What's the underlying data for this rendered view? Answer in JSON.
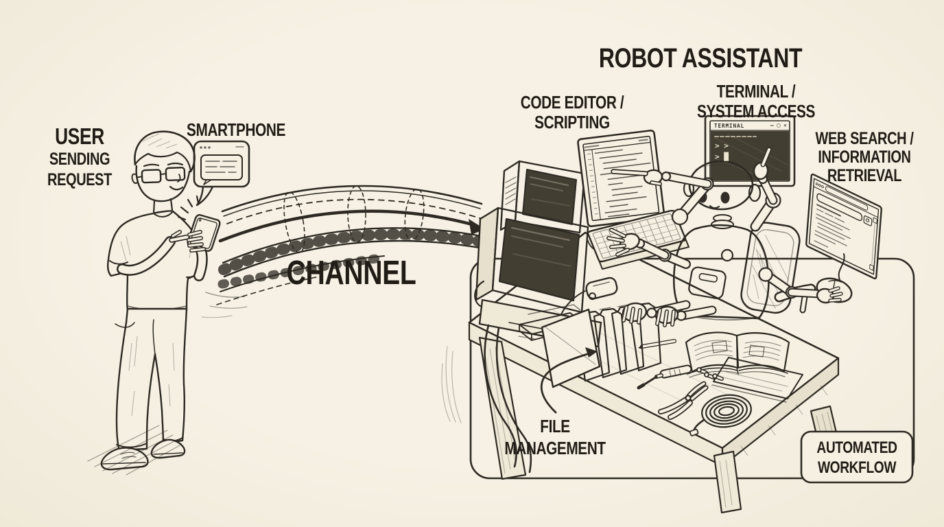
{
  "scene": {
    "background": "#f4efe2",
    "ink": "#2e2a23"
  },
  "labels": {
    "user": {
      "line1": "USER",
      "line2": "SENDING",
      "line3": "REQUEST"
    },
    "smartphone": "SMARTPHONE",
    "channel": "CHANNEL",
    "robot_assistant": "ROBOT ASSISTANT",
    "code_editor": {
      "line1": "CODE EDITOR /",
      "line2": "SCRIPTING"
    },
    "terminal": {
      "line1": "TERMINAL /",
      "line2": "SYSTEM ACCESS"
    },
    "web_search": {
      "line1": "WEB SEARCH /",
      "line2": "INFORMATION",
      "line3": "RETRIEVAL"
    },
    "file_management": {
      "line1": "FILE",
      "line2": "MANAGEMENT"
    },
    "automated_workflow": {
      "line1": "AUTOMATED",
      "line2": "WORKFLOW"
    }
  },
  "terminal_window": {
    "title": "TERMINAL",
    "controls": "– ▢ ✕",
    "prompt_line1": "> >",
    "prompt_line2": "> █"
  }
}
